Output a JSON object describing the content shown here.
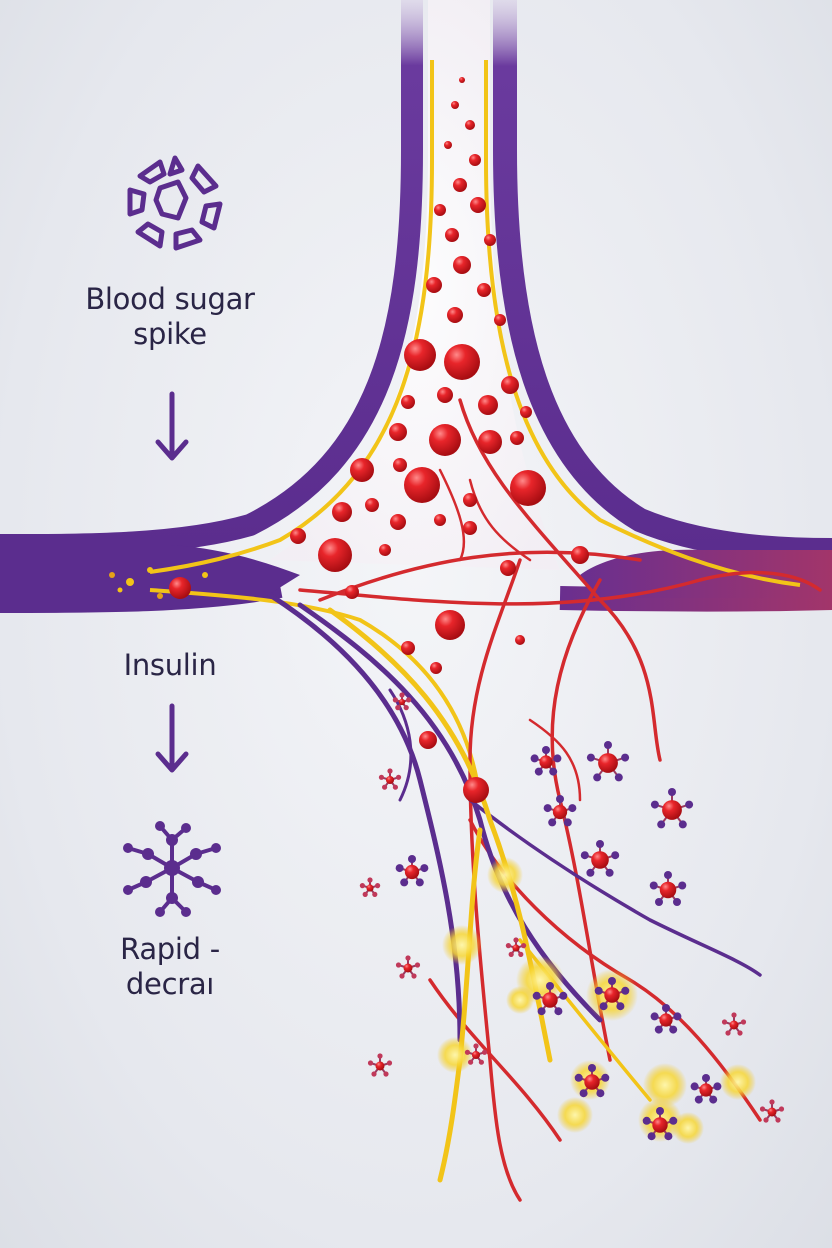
{
  "labels": {
    "spike_line1": "Blood sugar",
    "spike_line2": "spike",
    "insulin": "Insulin",
    "drop_line1": "Rapid -",
    "drop_line2": "decraı"
  },
  "colors": {
    "vessel_purple": "#5b2d8e",
    "vessel_magenta": "#8a2f72",
    "insulin_yellow": "#f2c418",
    "blood_red": "#d8161c",
    "arrow_purple": "#5b2d8e",
    "text": "#2a2546"
  },
  "icons": {
    "top": "broken-cell-ring-icon",
    "middle": "arrow-down-icon",
    "bottom": "molecule-cluster-icon"
  }
}
